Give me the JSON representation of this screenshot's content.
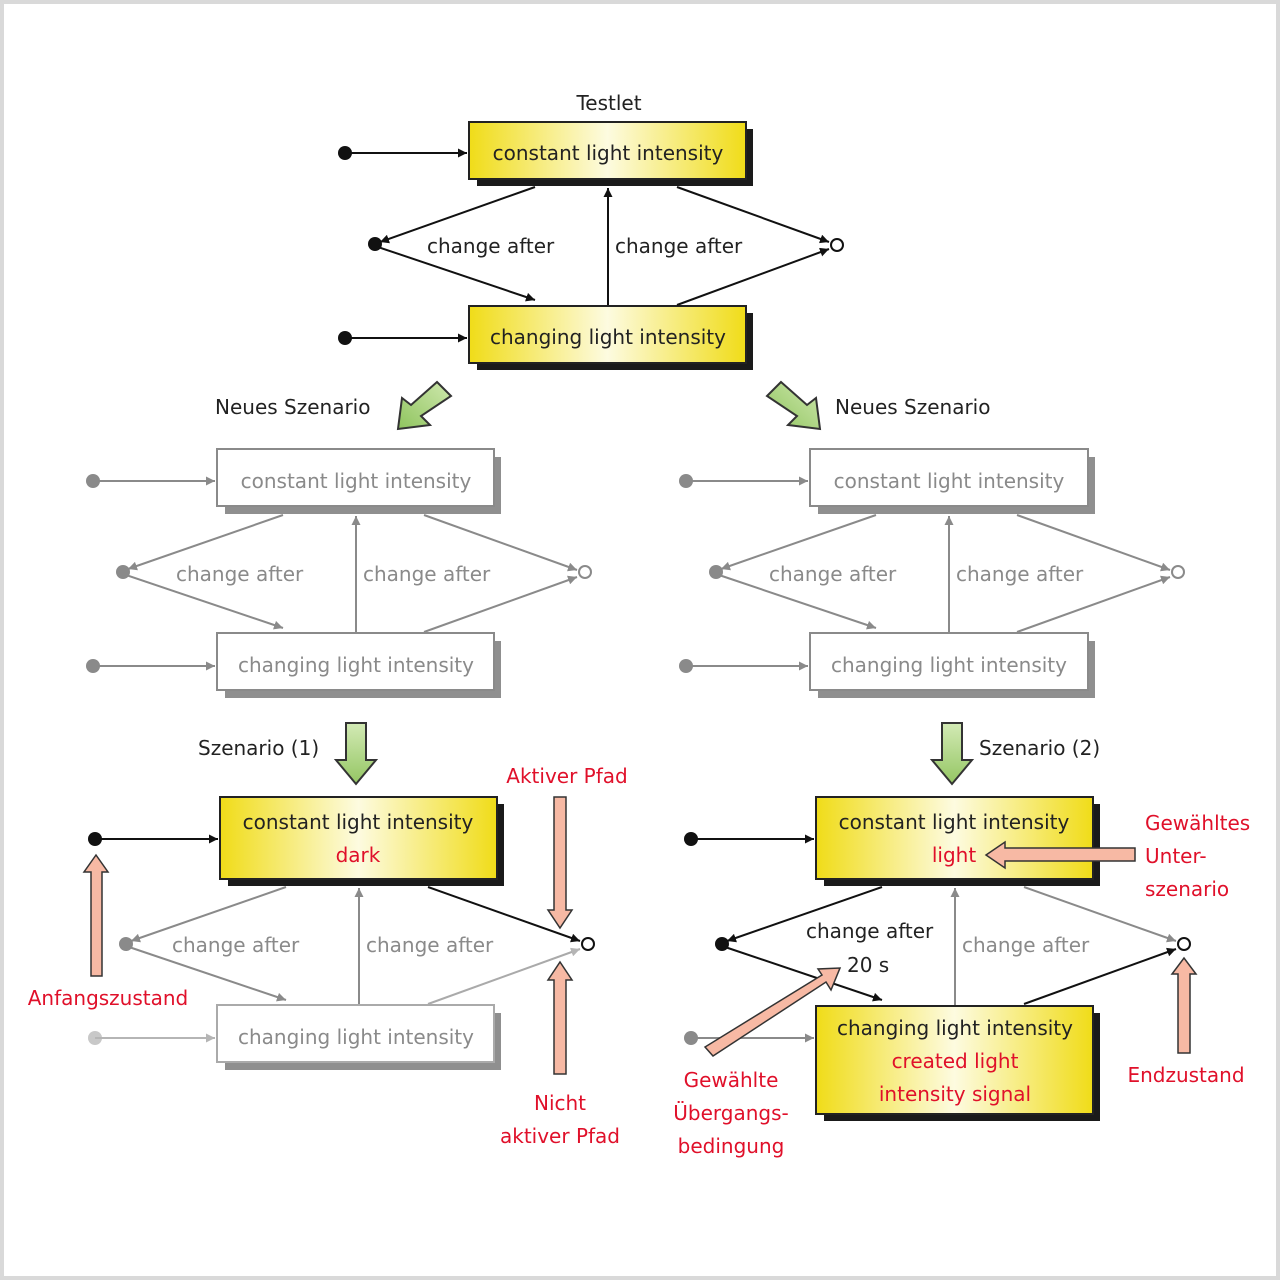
{
  "title": "Testlet",
  "states": {
    "constant": "constant light intensity",
    "changing": "changing light intensity"
  },
  "transitions": {
    "change_after": "change after",
    "change_after_20s_time": "20 s"
  },
  "scenario_labels": {
    "new_left": "Neues Szenario",
    "new_right": "Neues Szenario",
    "scenario1": "Szenario (1)",
    "scenario2": "Szenario (2)"
  },
  "sub_scenarios": {
    "dark": "dark",
    "light": "light",
    "created_line1": "created light",
    "created_line2": "intensity signal"
  },
  "annotations": {
    "active_path": "Aktiver Pfad",
    "inactive_path_line1": "Nicht",
    "inactive_path_line2": "aktiver Pfad",
    "initial_state": "Anfangszustand",
    "chosen_sub_line1": "Gewähltes",
    "chosen_sub_line2": "Unter-",
    "chosen_sub_line3": "szenario",
    "chosen_trans_line1": "Gewählte",
    "chosen_trans_line2": "Übergangs-",
    "chosen_trans_line3": "bedingung",
    "final_state": "Endzustand"
  },
  "colors": {
    "state_yellow": "#f2e21c",
    "annotation_red": "#e0102a",
    "salmon_arrow": "#f7b9a4",
    "green_arrow": "#a8d27a",
    "inactive_grey": "#8a8a8a"
  }
}
